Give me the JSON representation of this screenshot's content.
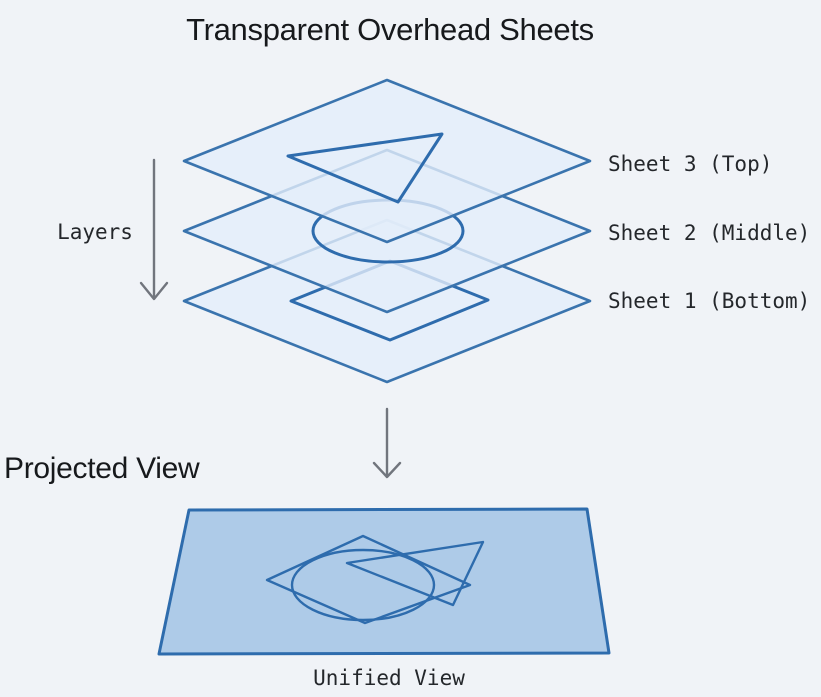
{
  "title": "Transparent Overhead Sheets",
  "stack": {
    "layers_label": "Layers",
    "sheets": [
      {
        "label": "Sheet 3 (Top)",
        "position": "top",
        "shape": "triangle"
      },
      {
        "label": "Sheet 2 (Middle)",
        "position": "middle",
        "shape": "circle"
      },
      {
        "label": "Sheet 1 (Bottom)",
        "position": "bottom",
        "shape": "square"
      }
    ]
  },
  "projected": {
    "heading": "Projected View",
    "plane_label": "Unified View",
    "overlaid_shapes": [
      "square",
      "circle",
      "triangle"
    ]
  },
  "icons": {
    "layers_arrow": "down-arrow",
    "projection_arrow": "down-arrow"
  },
  "colors": {
    "background": "#f0f3f7",
    "sheet-stroke": "#3a74ae",
    "sheet-fill": "rgba(228,237,250,0.8)",
    "shape-stroke": "#2e6cad",
    "plane-fill": "#aecbe8",
    "plane-stroke": "#2e6cad",
    "arrow-color": "#71757d",
    "text-color": "#24272b",
    "heading-color": "#17191c"
  }
}
